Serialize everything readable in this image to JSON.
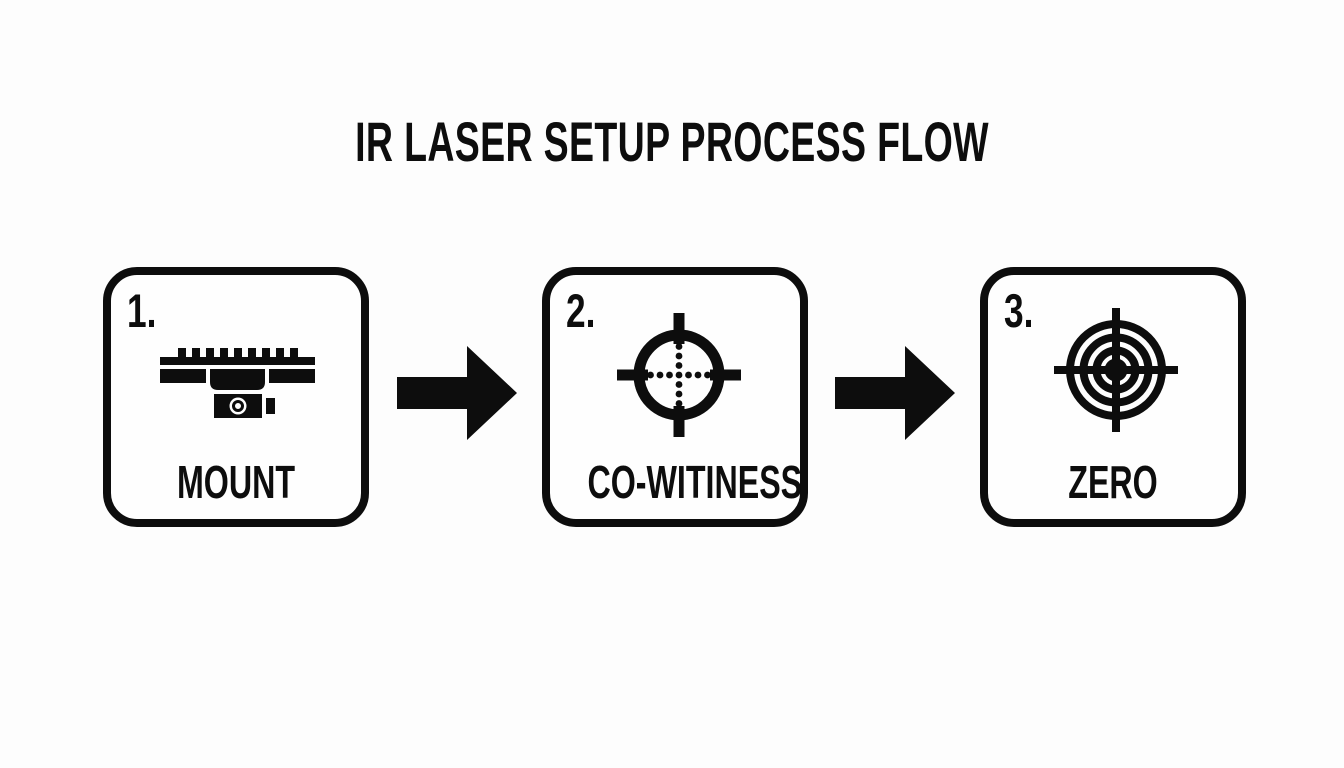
{
  "title": "IR LASER SETUP PROCESS FLOW",
  "steps": [
    {
      "number": "1.",
      "label": "MOUNT",
      "icon": "picatinny-rail-mount-icon"
    },
    {
      "number": "2.",
      "label": "CO-WITINESS",
      "icon": "crosshair-reticle-icon"
    },
    {
      "number": "3.",
      "label": "ZERO",
      "icon": "bullseye-target-icon"
    }
  ],
  "connectors": [
    {
      "icon": "arrow-right-icon"
    },
    {
      "icon": "arrow-right-icon"
    }
  ],
  "colors": {
    "ink": "#0d0d0d",
    "background": "#fdfdfd"
  }
}
